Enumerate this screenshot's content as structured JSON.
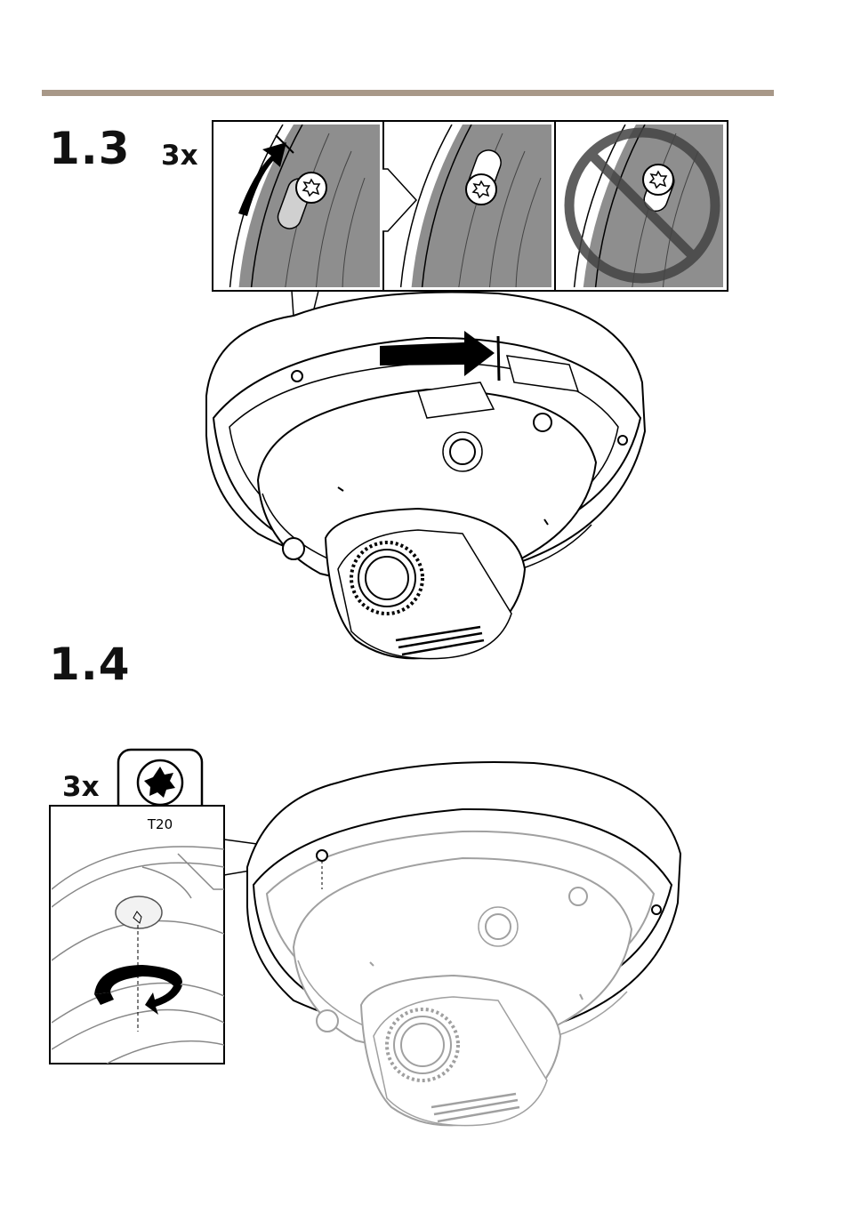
{
  "header": {
    "rule_color": "#a89888"
  },
  "steps": [
    {
      "number": "1.3",
      "quantity": "3x"
    },
    {
      "number": "1.4",
      "quantity": "3x",
      "tool": {
        "label": "T20",
        "icon": "torx-icon"
      }
    }
  ],
  "icons": [
    "rotate-arrow-icon",
    "push-arrow-icon",
    "prohibited-icon",
    "torx-screw-icon",
    "rotate-cw-icon"
  ],
  "colors": {
    "gray_fill": "#8e8e8e",
    "line": "#000000",
    "faded_line": "#a0a0a0"
  }
}
